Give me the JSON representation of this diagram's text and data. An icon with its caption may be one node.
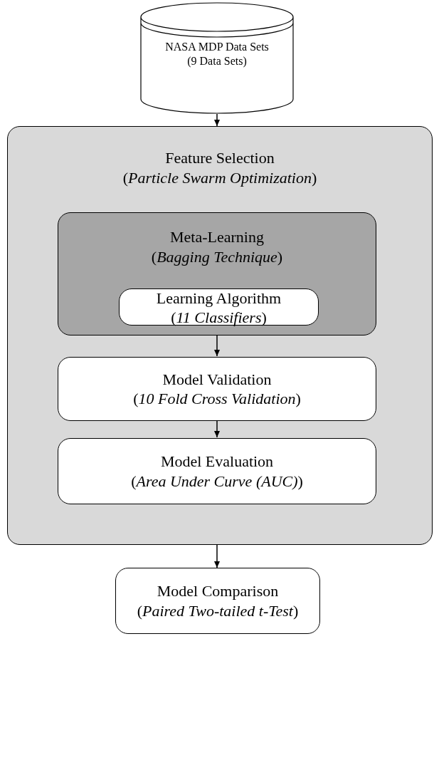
{
  "diagram": {
    "nodes": [
      {
        "text": [
          "NASA MDP Data Sets",
          "(9 Data Sets)"
        ]
      },
      {
        "text": [
          "Feature Selection",
          "(*Particle Swarm Optimization*)"
        ]
      },
      {
        "text": [
          "Meta-Learning",
          "(*Bagging Technique*)"
        ],
        "in": 1
      },
      {
        "text": [
          "Learning Algorithm",
          "(*11 Classifiers*)"
        ],
        "in": 2
      },
      {
        "text": [
          "Model Validation",
          "(*10 Fold Cross Validation*)"
        ],
        "in": 1
      },
      {
        "text": [
          "Model Evaluation",
          "(*Area Under Curve (AUC)*)"
        ],
        "in": 1
      },
      {
        "text": [
          "Model Comparison",
          "(*Paired Two-tailed t-Test*)"
        ]
      }
    ],
    "edges": [
      {
        "from": 0,
        "to": 1,
        "arrow": "to"
      },
      {
        "from": 2,
        "to": 4,
        "arrow": "to"
      },
      {
        "from": 4,
        "to": 5,
        "arrow": "to"
      },
      {
        "from": 1,
        "to": 6,
        "arrow": "to"
      }
    ]
  }
}
